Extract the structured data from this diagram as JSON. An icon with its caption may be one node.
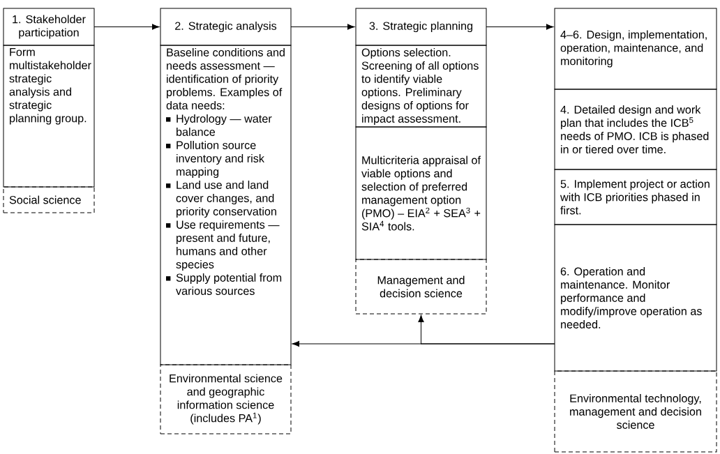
{
  "diagram": {
    "nodes": [
      {
        "text": [
          "1. Stakeholder participation"
        ]
      },
      {
        "text": [
          "Form multistakeholder strategic analysis and strategic planning group."
        ]
      },
      {
        "text": [
          "Social science"
        ]
      },
      {
        "text": [
          "2. Strategic analysis"
        ]
      },
      {
        "text": [
          "Baseline conditions and needs assessment — identification of priority problems. Examples of data needs:",
          "Hydrology — water balance",
          "Pollution source inventory and risk mapping",
          "Land use and land cover changes, and priority conservation",
          "Use requirements — present and future, humans and other species",
          "Supply potential from various sources"
        ]
      },
      {
        "text": [
          "Environmental science and geographic information science (includes PA$^{1}$)"
        ]
      },
      {
        "text": [
          "3. Strategic planning"
        ]
      },
      {
        "text": [
          "Options selection. Screening of all options to identify viable options. Preliminary designs of options for impact assessment."
        ]
      },
      {
        "text": [
          "Multicriteria appraisal of viable options and selection of preferred management option (PMO) – EIA$^{2}$ + SEA$^{3}$ + SIA$^{4}$ tools."
        ]
      },
      {
        "text": [
          "Management and decision science"
        ]
      },
      {
        "text": [
          "4–6. Design, implementation, operation, maintenance, and monitoring"
        ]
      },
      {
        "text": [
          "4. Detailed design and work plan that includes the ICB$^{5}$ needs of PMO. ICB is phased in or tiered over time."
        ]
      },
      {
        "text": [
          "5. Implement project or action with ICB priorities phased in first."
        ]
      },
      {
        "text": [
          "6. Operation and maintenance. Monitor performance and modify/improve operation as needed."
        ]
      },
      {
        "text": [
          "Environmental technology, management and decision science"
        ]
      }
    ],
    "edges": [
      {
        "from": 0,
        "to": 3,
        "arrow": "to"
      },
      {
        "from": 3,
        "to": 6,
        "arrow": "to"
      },
      {
        "from": 6,
        "to": 10,
        "arrow": "to"
      },
      {
        "from": 13,
        "to": 4,
        "arrow": "to"
      },
      {
        "from": 13,
        "to": 9,
        "arrow": "to"
      }
    ]
  }
}
